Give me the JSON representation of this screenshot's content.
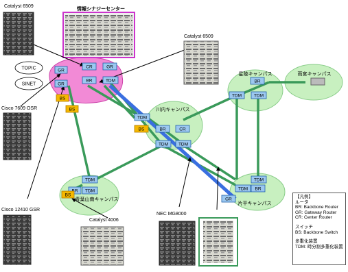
{
  "title": "情報シナジーセンター",
  "campuses": {
    "kawauchi": "川内キャンパス",
    "seiryo": "星陵キャンパス",
    "amamiya": "雨宮キャンパス",
    "katahira": "片平キャンパス",
    "aobayama_minami": "青葉山南キャンパス"
  },
  "clouds": {
    "topic": "TOPIC",
    "sinet": "SINET"
  },
  "devices": {
    "catalyst_6509_top": "Catalyst 6509",
    "catalyst_6509_right": "Catalyst 6509",
    "cisco_7609": "Cisco 7609 OSR",
    "cisco_12410": "Cisco 12410 GSR",
    "catalyst_4006": "Catalyst 4006",
    "nec_mg": "NEC MG8000"
  },
  "node_labels": {
    "cr": "CR",
    "gr": "GR",
    "br": "BR",
    "tdm": "TDM",
    "bs": "BS"
  },
  "legend": {
    "heading": "【凡例】",
    "router_title": "ルータ",
    "br": "BR: Backbone Router",
    "gr": "GR: Gateway Router",
    "cr": "CR: Center Router",
    "switch_title": "スイッチ",
    "bs": "BS: Backbone Switch",
    "mux_title": "多重化装置",
    "tdm": "TDM: 時分割多重化装置"
  },
  "colors": {
    "center_frame": "#cc33cc",
    "center_fill": "#f28ad6",
    "campus_fill": "#c8f0c0",
    "campus_stroke": "#88cc88",
    "green_link": "#3a9a5a",
    "blue_link": "#3a6fe0",
    "node_fill": "#9cc8f0",
    "node_stroke": "#1e5fa8",
    "bs_fill": "#f5b800"
  }
}
